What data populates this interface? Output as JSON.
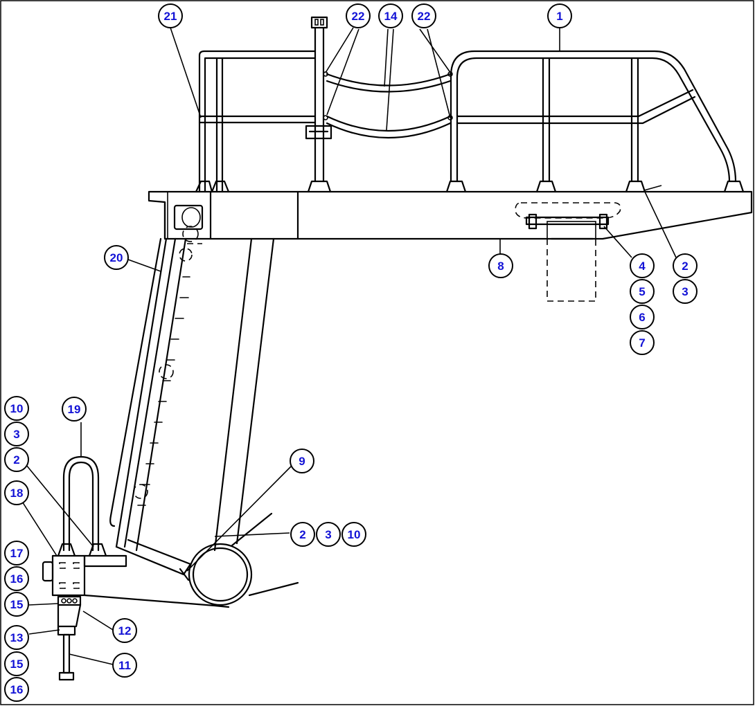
{
  "callouts": [
    {
      "id": "c21",
      "label": "21"
    },
    {
      "id": "c22a",
      "label": "22"
    },
    {
      "id": "c14",
      "label": "14"
    },
    {
      "id": "c22b",
      "label": "22"
    },
    {
      "id": "c1",
      "label": "1"
    },
    {
      "id": "c20",
      "label": "20"
    },
    {
      "id": "c8",
      "label": "8"
    },
    {
      "id": "c4",
      "label": "4"
    },
    {
      "id": "c5",
      "label": "5"
    },
    {
      "id": "c6",
      "label": "6"
    },
    {
      "id": "c7",
      "label": "7"
    },
    {
      "id": "c2a",
      "label": "2"
    },
    {
      "id": "c3a",
      "label": "3"
    },
    {
      "id": "c10a",
      "label": "10"
    },
    {
      "id": "c3b",
      "label": "3"
    },
    {
      "id": "c2b",
      "label": "2"
    },
    {
      "id": "c18",
      "label": "18"
    },
    {
      "id": "c17",
      "label": "17"
    },
    {
      "id": "c16a",
      "label": "16"
    },
    {
      "id": "c15a",
      "label": "15"
    },
    {
      "id": "c13",
      "label": "13"
    },
    {
      "id": "c15b",
      "label": "15"
    },
    {
      "id": "c16b",
      "label": "16"
    },
    {
      "id": "c19",
      "label": "19"
    },
    {
      "id": "c9",
      "label": "9"
    },
    {
      "id": "c2c",
      "label": "2"
    },
    {
      "id": "c3c",
      "label": "3"
    },
    {
      "id": "c10b",
      "label": "10"
    },
    {
      "id": "c12",
      "label": "12"
    },
    {
      "id": "c11",
      "label": "11"
    }
  ],
  "colors": {
    "callout_text": "#1212d6",
    "line": "#000000",
    "background": "#ffffff"
  }
}
